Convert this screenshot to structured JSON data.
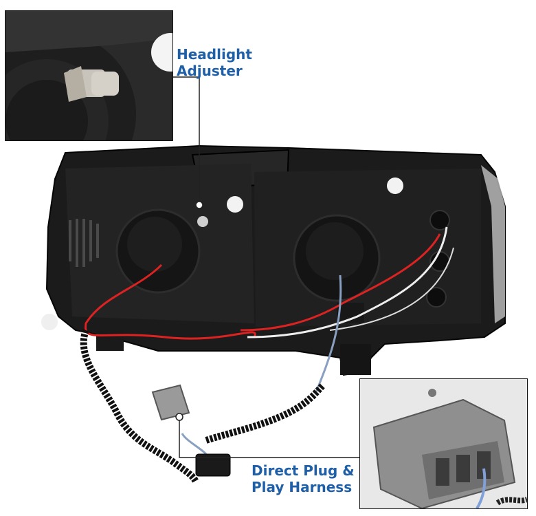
{
  "callouts": {
    "adjuster": {
      "line1": "Headlight",
      "line2": "Adjuster"
    },
    "harness": {
      "line1": "Direct Plug &",
      "line2": "Play Harness"
    }
  },
  "colors": {
    "label_blue": "#1f5fa8",
    "housing_black": "#1a1a1a",
    "background": "#ffffff"
  }
}
